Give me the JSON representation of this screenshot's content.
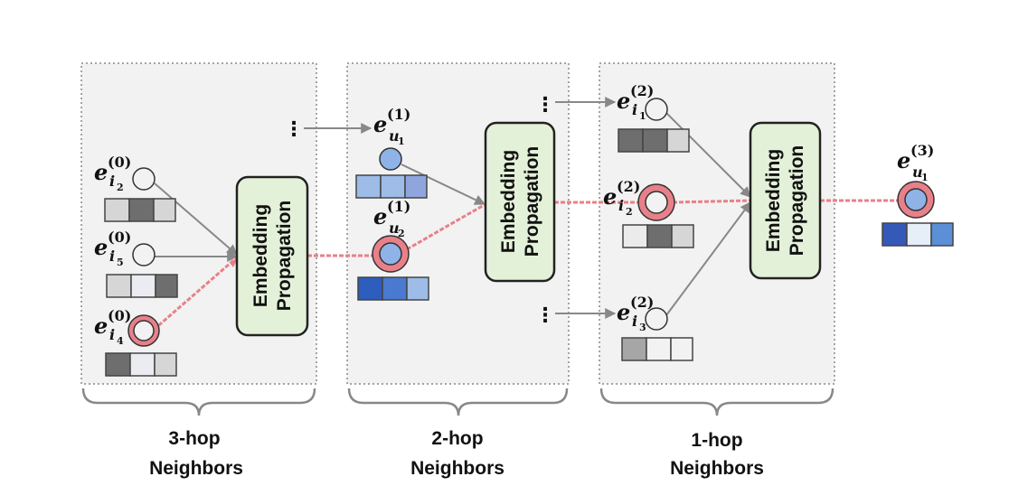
{
  "panels": [
    {
      "caption_line1": "3-hop",
      "caption_line2": "Neighbors"
    },
    {
      "caption_line1": "2-hop",
      "caption_line2": "Neighbors"
    },
    {
      "caption_line1": "1-hop",
      "caption_line2": "Neighbors"
    }
  ],
  "propagation_boxes": [
    {
      "line1": "Embedding",
      "line2": "Propagation"
    },
    {
      "line1": "Embedding",
      "line2": "Propagation"
    },
    {
      "line1": "Embedding",
      "line2": "Propagation"
    }
  ],
  "nodes": [
    {
      "base": "e",
      "sup": "(0)",
      "sub_letter": "i",
      "sub_index": "2"
    },
    {
      "base": "e",
      "sup": "(0)",
      "sub_letter": "i",
      "sub_index": "5"
    },
    {
      "base": "e",
      "sup": "(0)",
      "sub_letter": "i",
      "sub_index": "4"
    },
    {
      "base": "e",
      "sup": "(1)",
      "sub_letter": "u",
      "sub_index": "1"
    },
    {
      "base": "e",
      "sup": "(1)",
      "sub_letter": "u",
      "sub_index": "2"
    },
    {
      "base": "e",
      "sup": "(2)",
      "sub_letter": "i",
      "sub_index": "1"
    },
    {
      "base": "e",
      "sup": "(2)",
      "sub_letter": "i",
      "sub_index": "2"
    },
    {
      "base": "e",
      "sup": "(2)",
      "sub_letter": "i",
      "sub_index": "3"
    },
    {
      "base": "e",
      "sup": "(3)",
      "sub_letter": "u",
      "sub_index": "1"
    }
  ],
  "ellipsis": "⋮",
  "colors": {
    "highlight_path": "#e8808a",
    "panel_fill": "#f2f2f2",
    "box_fill": "#e4f1d9",
    "user_node": "#8fb3e6",
    "item_node": "#f2f2f2"
  }
}
